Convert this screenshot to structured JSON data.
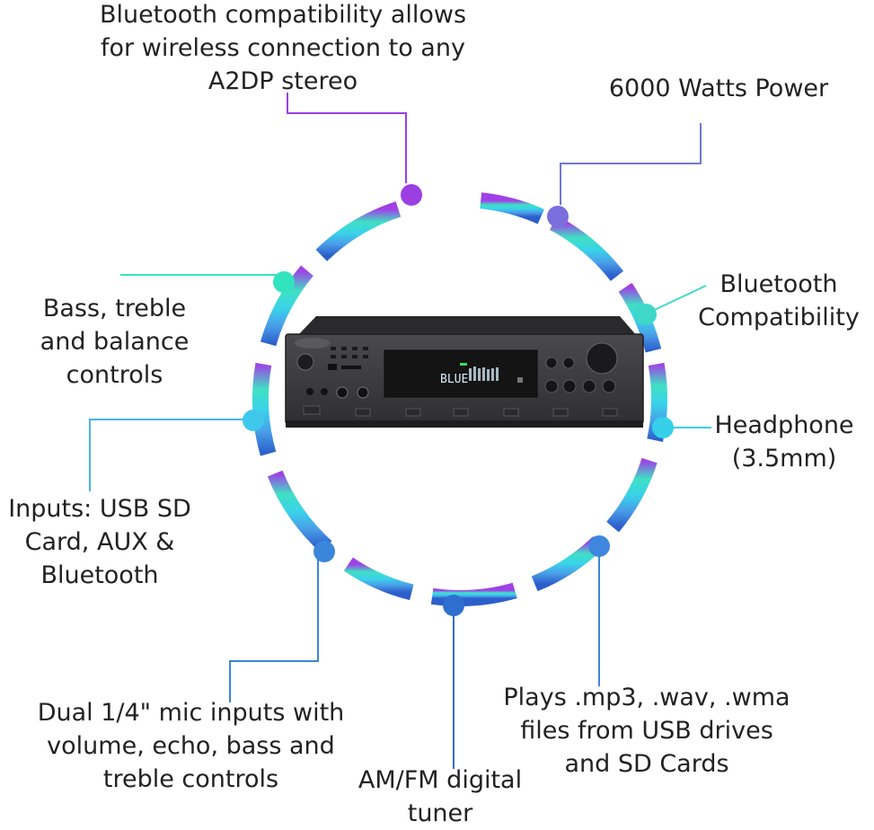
{
  "colors": {
    "ring_top": "#9b3fe3",
    "ring_upper_right": "#6f77d4",
    "ring_right": "#36d6e0",
    "ring_left": "#33e3c0",
    "ring_bottom": "#2e6fcf",
    "amp_body": "#3e3e40",
    "amp_display": "#141414",
    "callout_text": "#222222"
  },
  "product_image": {
    "display_text": "BLUE"
  },
  "callouts": [
    {
      "id": "bluetooth-a2dp",
      "text": "Bluetooth compatibility allows\nfor wireless connection to any\nA2DP stereo",
      "color": "#9b3fe3"
    },
    {
      "id": "power",
      "text": "6000 Watts Power",
      "color": "#6f77d4"
    },
    {
      "id": "bluetooth",
      "text": "Bluetooth\nCompatibility",
      "color": "#3fd8c8"
    },
    {
      "id": "bass-treble",
      "text": "Bass, treble\nand balance\ncontrols",
      "color": "#33e3c0"
    },
    {
      "id": "headphone",
      "text": "Headphone\n(3.5mm)",
      "color": "#35d0e8"
    },
    {
      "id": "inputs",
      "text": "Inputs: USB SD\nCard, AUX &\nBluetooth",
      "color": "#4ab2ec"
    },
    {
      "id": "plays",
      "text": "Plays .mp3, .wav, .wma\nfiles from USB drives\nand SD Cards",
      "color": "#3f86de"
    },
    {
      "id": "mic",
      "text": "Dual 1/4\" mic inputs with\nvolume, echo, bass and\ntreble controls",
      "color": "#3a86da"
    },
    {
      "id": "tuner",
      "text": "AM/FM digital\ntuner",
      "color": "#2e6fcf"
    }
  ]
}
